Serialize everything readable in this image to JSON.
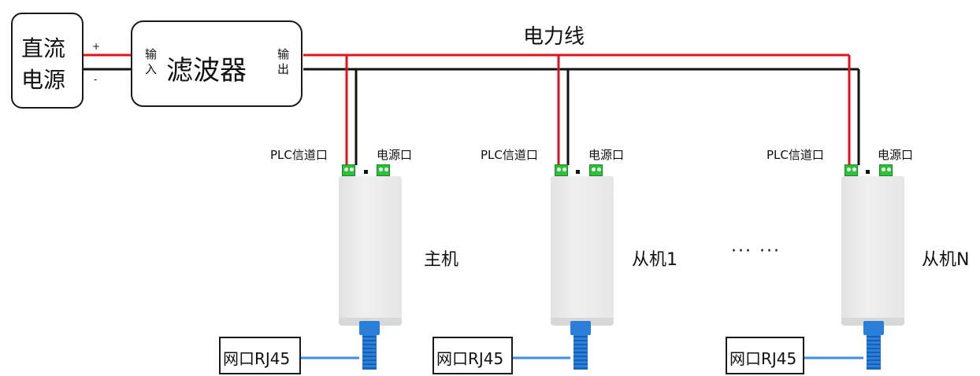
{
  "title": "电力线",
  "power_supply": {
    "line1": "直流",
    "line2": "电源",
    "plus": "+",
    "minus": "-"
  },
  "filter": {
    "name": "滤波器",
    "input": "输\n入",
    "output": "输\n出"
  },
  "devices": [
    {
      "name": "主机",
      "plc_port": "PLC信道口",
      "power_port": "电源口",
      "terminal_signs": "+ -",
      "terminal_signs2": "+ -",
      "network": "网口RJ45"
    },
    {
      "name": "从机1",
      "plc_port": "PLC信道口",
      "power_port": "电源口",
      "terminal_signs": "+ -",
      "terminal_signs2": "+ -",
      "network": "网口RJ45"
    },
    {
      "name": "从机N",
      "plc_port": "PLC信道口",
      "power_port": "电源口",
      "terminal_signs": "+ -",
      "terminal_signs2": "+ -",
      "network": "网口RJ45"
    }
  ],
  "ellipsis": "··· ···",
  "colors": {
    "positive_wire": "#e0131b",
    "negative_wire": "#111111",
    "ethernet_wire": "#3b8fe0",
    "terminal": "#2fbf3c",
    "connector": "#2b7fd8"
  }
}
